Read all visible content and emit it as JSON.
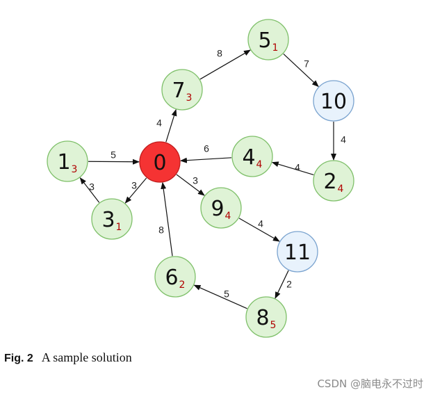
{
  "caption": {
    "fig_label": "Fig. 2",
    "text": "A sample solution"
  },
  "watermark": "CSDN @脑电永不过时",
  "colors": {
    "depot_fill": "#f53333",
    "depot_stroke": "#c01d1d",
    "customer_fill": "#dff3d6",
    "customer_stroke": "#7fc06a",
    "blue_fill": "#e8f2fc",
    "blue_stroke": "#7aa3cf",
    "subscript": "#b00000"
  },
  "nodes": [
    {
      "id": "0",
      "label": "0",
      "sub": "",
      "kind": "depot"
    },
    {
      "id": "1",
      "label": "1",
      "sub": "3",
      "kind": "customer"
    },
    {
      "id": "3",
      "label": "3",
      "sub": "1",
      "kind": "customer"
    },
    {
      "id": "7",
      "label": "7",
      "sub": "3",
      "kind": "customer"
    },
    {
      "id": "5",
      "label": "5",
      "sub": "1",
      "kind": "customer"
    },
    {
      "id": "10",
      "label": "10",
      "sub": "",
      "kind": "blue"
    },
    {
      "id": "2",
      "label": "2",
      "sub": "4",
      "kind": "customer"
    },
    {
      "id": "4",
      "label": "4",
      "sub": "4",
      "kind": "customer"
    },
    {
      "id": "9",
      "label": "9",
      "sub": "4",
      "kind": "customer"
    },
    {
      "id": "11",
      "label": "11",
      "sub": "",
      "kind": "blue"
    },
    {
      "id": "8",
      "label": "8",
      "sub": "5",
      "kind": "customer"
    },
    {
      "id": "6",
      "label": "6",
      "sub": "2",
      "kind": "customer"
    }
  ],
  "edges": [
    {
      "from": "0",
      "to": "7",
      "weight": "4"
    },
    {
      "from": "7",
      "to": "5",
      "weight": "8"
    },
    {
      "from": "5",
      "to": "10",
      "weight": "7"
    },
    {
      "from": "10",
      "to": "2",
      "weight": "4"
    },
    {
      "from": "2",
      "to": "4",
      "weight": "4"
    },
    {
      "from": "4",
      "to": "0",
      "weight": "6"
    },
    {
      "from": "1",
      "to": "0",
      "weight": "5"
    },
    {
      "from": "0",
      "to": "3",
      "weight": "3"
    },
    {
      "from": "3",
      "to": "1",
      "weight": "3"
    },
    {
      "from": "0",
      "to": "9",
      "weight": "3"
    },
    {
      "from": "9",
      "to": "11",
      "weight": "4"
    },
    {
      "from": "11",
      "to": "8",
      "weight": "2"
    },
    {
      "from": "8",
      "to": "6",
      "weight": "5"
    },
    {
      "from": "6",
      "to": "0",
      "weight": "8"
    }
  ]
}
